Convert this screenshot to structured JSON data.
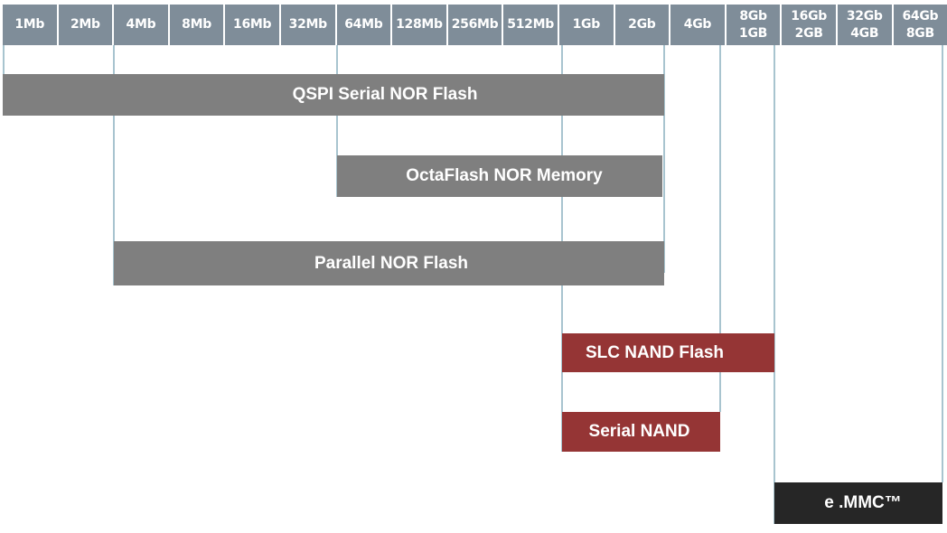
{
  "header": {
    "cells": [
      {
        "line1": "1Mb",
        "line2": ""
      },
      {
        "line1": "2Mb",
        "line2": ""
      },
      {
        "line1": "4Mb",
        "line2": ""
      },
      {
        "line1": "8Mb",
        "line2": ""
      },
      {
        "line1": "16Mb",
        "line2": ""
      },
      {
        "line1": "32Mb",
        "line2": ""
      },
      {
        "line1": "64Mb",
        "line2": ""
      },
      {
        "line1": "128Mb",
        "line2": ""
      },
      {
        "line1": "256Mb",
        "line2": ""
      },
      {
        "line1": "512Mb",
        "line2": ""
      },
      {
        "line1": "1Gb",
        "line2": ""
      },
      {
        "line1": "2Gb",
        "line2": ""
      },
      {
        "line1": "4Gb",
        "line2": ""
      },
      {
        "line1": "8Gb",
        "line2": "1GB"
      },
      {
        "line1": "16Gb",
        "line2": "2GB"
      },
      {
        "line1": "32Gb",
        "line2": "4GB"
      },
      {
        "line1": "64Gb",
        "line2": "8GB"
      }
    ]
  },
  "bars": [
    {
      "label": "QSPI Serial NOR Flash",
      "from": "1Mb",
      "to": "2Gb",
      "color": "#7f7f7f"
    },
    {
      "label": "OctaFlash NOR Memory",
      "from": "64Mb",
      "to": "2Gb",
      "color": "#7f7f7f"
    },
    {
      "label": "Parallel NOR Flash",
      "from": "4Mb",
      "to": "2Gb",
      "color": "#7f7f7f"
    },
    {
      "label": "SLC NAND Flash",
      "from": "1Gb",
      "to": "8Gb",
      "color": "#953535"
    },
    {
      "label": "Serial NAND",
      "from": "1Gb",
      "to": "4Gb",
      "color": "#953535"
    },
    {
      "label": "e .MMC™",
      "from": "16Gb",
      "to": "64Gb",
      "color": "#262626"
    }
  ]
}
